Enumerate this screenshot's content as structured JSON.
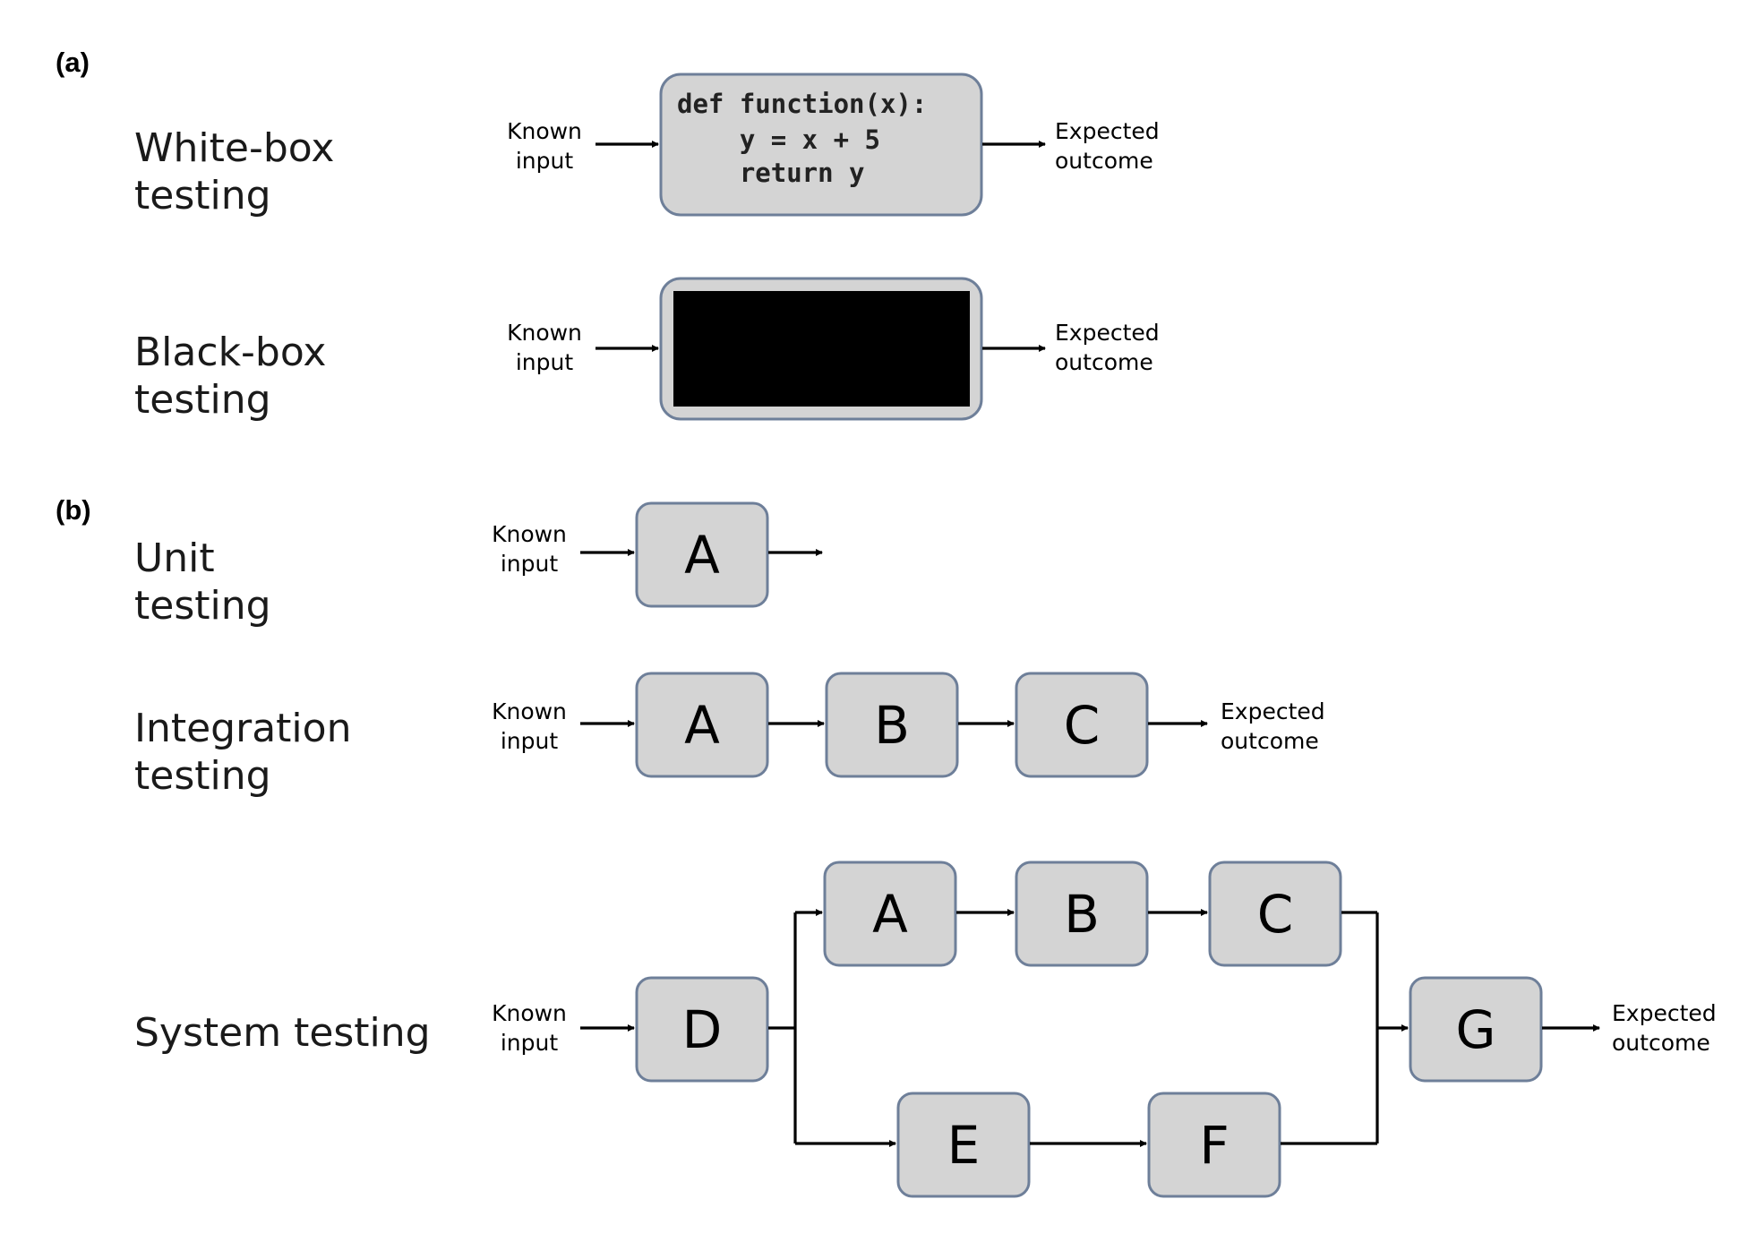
{
  "panels": {
    "a": "(a)",
    "b": "(b)"
  },
  "categories": {
    "white_box": [
      "White-box",
      "testing"
    ],
    "black_box": [
      "Black-box",
      "testing"
    ],
    "unit": [
      "Unit",
      "testing"
    ],
    "integration": [
      "Integration",
      "testing"
    ],
    "system": "System testing"
  },
  "io": {
    "input": [
      "Known",
      "input"
    ],
    "outcome": [
      "Expected",
      "outcome"
    ]
  },
  "code_lines": [
    "def function(x):",
    "    y = x + 5",
    "    return y"
  ],
  "modules": {
    "unit": [
      "A"
    ],
    "integration": [
      "A",
      "B",
      "C"
    ],
    "system": {
      "entry": "D",
      "upper": [
        "A",
        "B",
        "C"
      ],
      "lower": [
        "E",
        "F"
      ],
      "exit": "G"
    }
  },
  "colors": {
    "box_fill": "#d4d4d4",
    "box_border": "#6e7f99",
    "black_box_fill": "#000000"
  }
}
